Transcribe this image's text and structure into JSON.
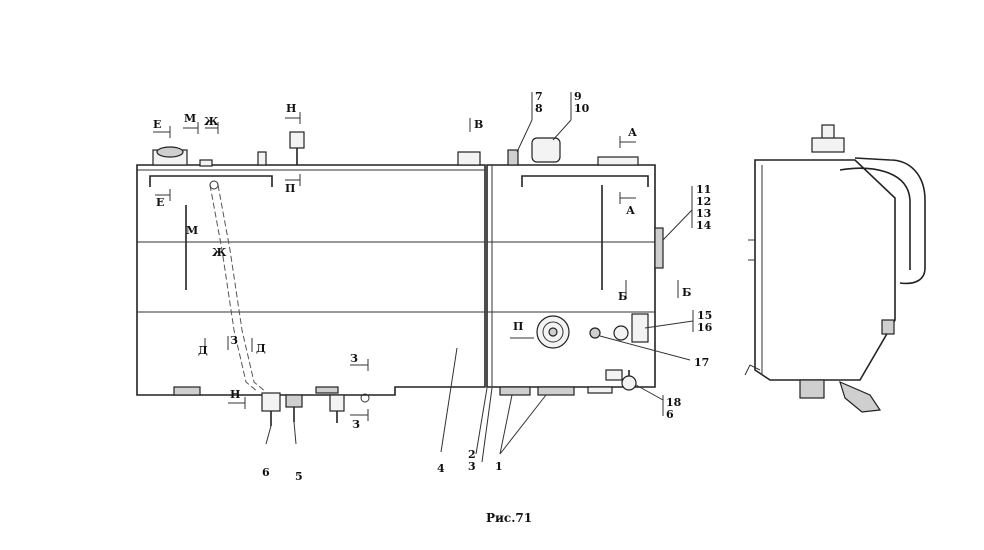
{
  "figure": {
    "caption": "Рис.71"
  },
  "callouts": {
    "c1": "1",
    "c2": "2",
    "c3": "3",
    "c4": "4",
    "c5": "5",
    "c6": "6",
    "c6b": "6",
    "c7": "7",
    "c8": "8",
    "c9": "9",
    "c10": "10",
    "c11": "11",
    "c12": "12",
    "c13": "13",
    "c14": "14",
    "c15": "15",
    "c16": "16",
    "c17": "17",
    "c18": "18"
  },
  "section_marks": {
    "E_top": "Е",
    "M_top": "М",
    "ZH_top": "Ж",
    "N_top": "Н",
    "P_top": "П",
    "V_top": "В",
    "A_top": "А",
    "E_mid": "Е",
    "M_mid": "М",
    "ZH_mid": "Ж",
    "A_mid": "А",
    "B_left": "Б",
    "B_right": "Б",
    "D_left": "Д",
    "Z_mid": "З",
    "D_right": "Д",
    "Z_upper": "З",
    "Z_lower": "З",
    "P_front": "П",
    "N_bottom": "Н"
  }
}
